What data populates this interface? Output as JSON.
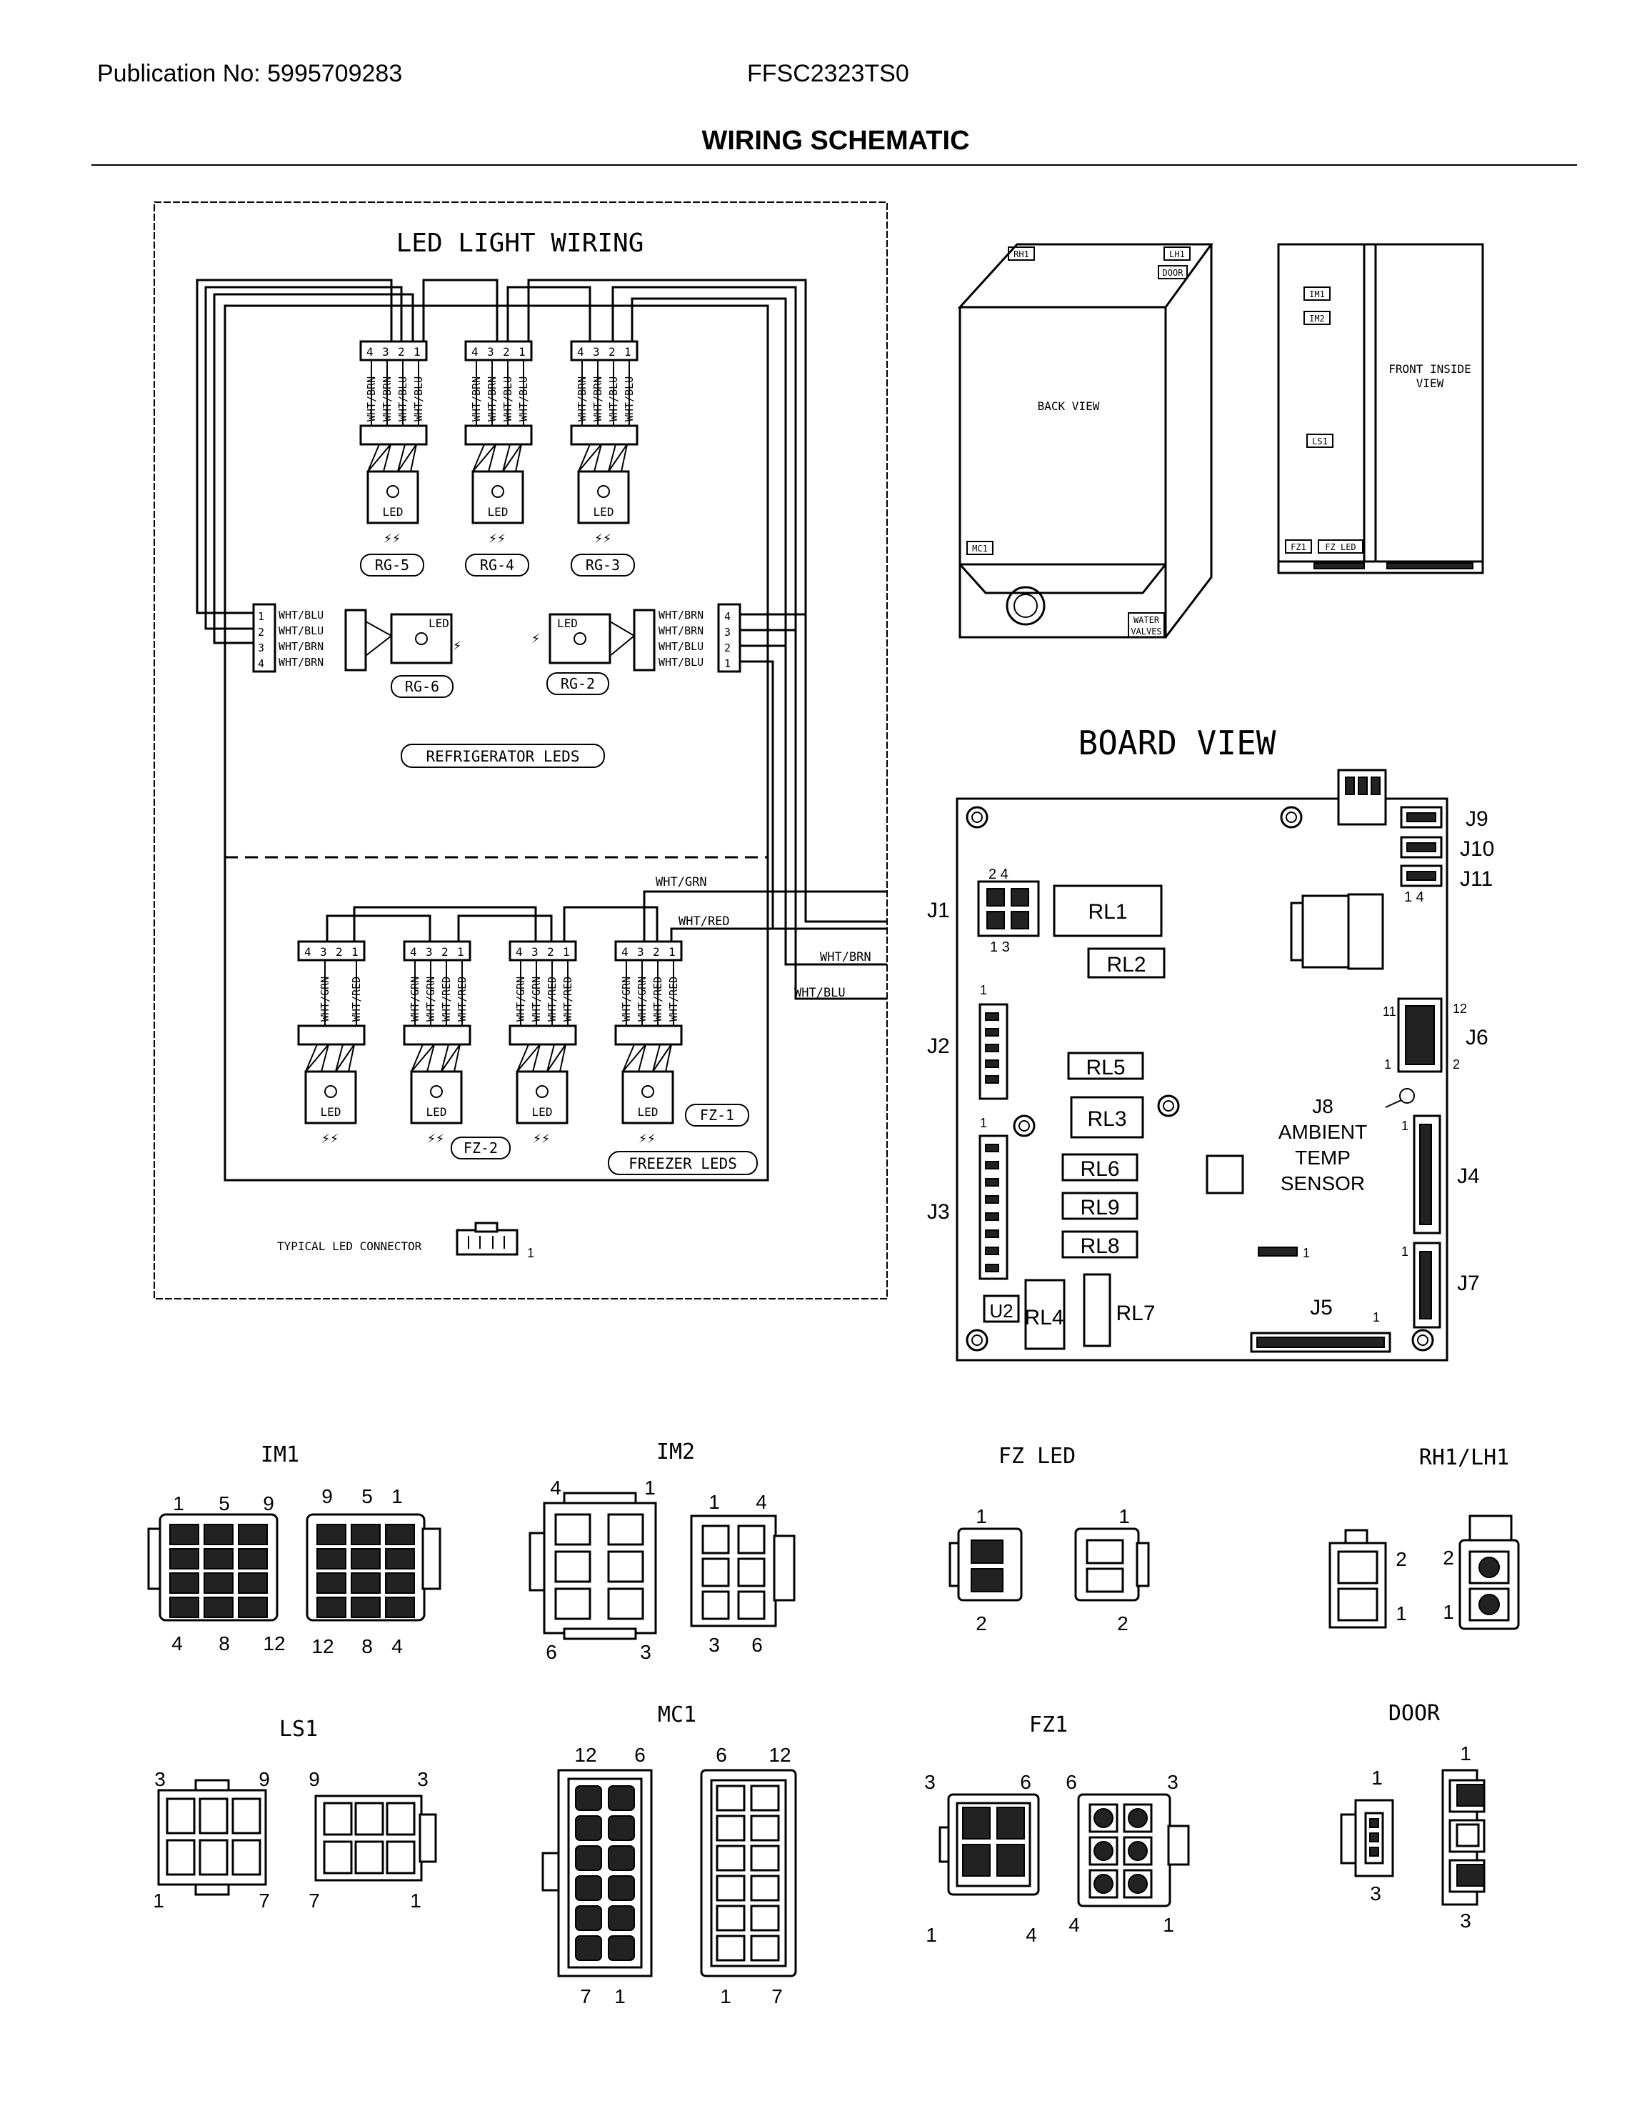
{
  "header": {
    "publication": "Publication No: 5995709283",
    "model": "FFSC2323TS0",
    "title": "WIRING SCHEMATIC"
  },
  "led_wiring": {
    "title": "LED LIGHT WIRING",
    "wire_labels": {
      "wb": "WHT/BRN",
      "wbl": "WHT/BLU",
      "wg": "WHT/GRN",
      "wr": "WHT/RED"
    },
    "pins": [
      "4",
      "3",
      "2",
      "1"
    ],
    "led": "LED",
    "fridge_groups": [
      "RG-5",
      "RG-4",
      "RG-3"
    ],
    "rg6": "RG-6",
    "rg2": "RG-2",
    "refrigerator_leds": "REFRIGERATOR LEDS",
    "freezer_leds": "FREEZER LEDS",
    "fz1": "FZ-1",
    "fz2": "FZ-2",
    "typical_connector": "TYPICAL LED CONNECTOR",
    "pin_one": "1"
  },
  "back_view": {
    "label": "BACK VIEW",
    "rh1": "RH1",
    "lh1": "LH1",
    "door": "DOOR",
    "mc1": "MC1",
    "water_1": "WATER",
    "water_2": "VALVES"
  },
  "front_view": {
    "label_1": "FRONT INSIDE",
    "label_2": "VIEW",
    "im1": "IM1",
    "im2": "IM2",
    "ls1": "LS1",
    "fz1": "FZ1",
    "fz_led": "FZ LED"
  },
  "board": {
    "title": "BOARD VIEW",
    "relays": [
      "RL1",
      "RL2",
      "RL5",
      "RL3",
      "RL6",
      "RL9",
      "RL8",
      "RL4",
      "RL7"
    ],
    "connectors": [
      "J1",
      "J2",
      "J3",
      "J4",
      "J5",
      "J6",
      "J7",
      "J9",
      "J10",
      "J11"
    ],
    "j8_lines": [
      "J8",
      "AMBIENT",
      "TEMP",
      "SENSOR"
    ],
    "u2": "U2",
    "pin_labels": {
      "j1_top": "2 4",
      "j1_bot": "1 3",
      "j11": "1 4",
      "j6_a": "11",
      "j6_b": "12",
      "j6_c": "1",
      "j6_d": "2",
      "one": "1"
    }
  },
  "connectors": {
    "titles": [
      "IM1",
      "IM2",
      "FZ LED",
      "RH1/LH1",
      "LS1",
      "MC1",
      "FZ1",
      "DOOR"
    ],
    "im1": {
      "a_top": [
        "1",
        "5",
        "9"
      ],
      "a_bot": [
        "4",
        "8",
        "12"
      ],
      "b_top": [
        "9",
        "5",
        "1"
      ],
      "b_bot": [
        "12",
        "8",
        "4"
      ]
    },
    "im2": {
      "a_top": [
        "4",
        "1"
      ],
      "a_bot": [
        "6",
        "3"
      ],
      "b_top": [
        "1",
        "4"
      ],
      "b_bot": [
        "3",
        "6"
      ]
    },
    "fzled": {
      "a_top": "1",
      "a_bot": "2",
      "b_top": "1",
      "b_bot": "2"
    },
    "rh": {
      "a_top": "2",
      "a_bot": "1",
      "b_top": "2",
      "b_bot": "1"
    },
    "ls1": {
      "a_top": [
        "3",
        "9"
      ],
      "a_bot": [
        "1",
        "7"
      ],
      "b_top": [
        "9",
        "3"
      ],
      "b_bot": [
        "7",
        "1"
      ]
    },
    "mc1": {
      "a_top": [
        "12",
        "6"
      ],
      "a_bot": [
        "7",
        "1"
      ],
      "b_top": [
        "6",
        "12"
      ],
      "b_bot": [
        "1",
        "7"
      ]
    },
    "fz1": {
      "a_top": [
        "3",
        "6"
      ],
      "a_bot": [
        "1",
        "4"
      ],
      "b_top": [
        "6",
        "3"
      ],
      "b_bot": [
        "4",
        "1"
      ]
    },
    "door": {
      "a_top": "1",
      "a_bot": "3",
      "b_top": "1",
      "b_bot": "3"
    }
  }
}
